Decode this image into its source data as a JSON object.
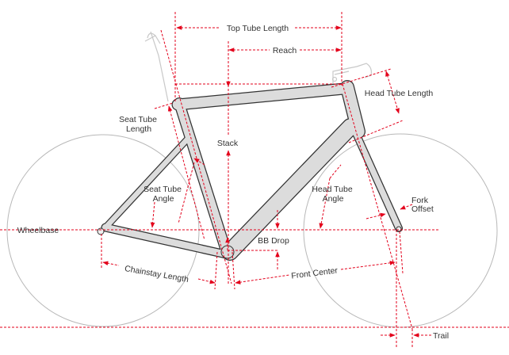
{
  "labels": {
    "top_tube_length": "Top Tube Length",
    "reach": "Reach",
    "head_tube_length": "Head Tube Length",
    "seat_tube_length_1": "Seat Tube",
    "seat_tube_length_2": "Length",
    "stack": "Stack",
    "seat_tube_angle_1": "Seat Tube",
    "seat_tube_angle_2": "Angle",
    "wheelbase": "Wheelbase",
    "bb_drop": "BB Drop",
    "chainstay_length": "Chainstay Length",
    "front_center": "Front Center",
    "head_tube_angle_1": "Head Tube",
    "head_tube_angle_2": "Angle",
    "fork_offset_1": "Fork",
    "fork_offset_2": "Offset",
    "trail": "Trail"
  },
  "colors": {
    "dimension": "#e3001b",
    "frame_fill": "#dcdcdc",
    "frame_outline": "#333333",
    "wheel": "#b5b5b5"
  }
}
